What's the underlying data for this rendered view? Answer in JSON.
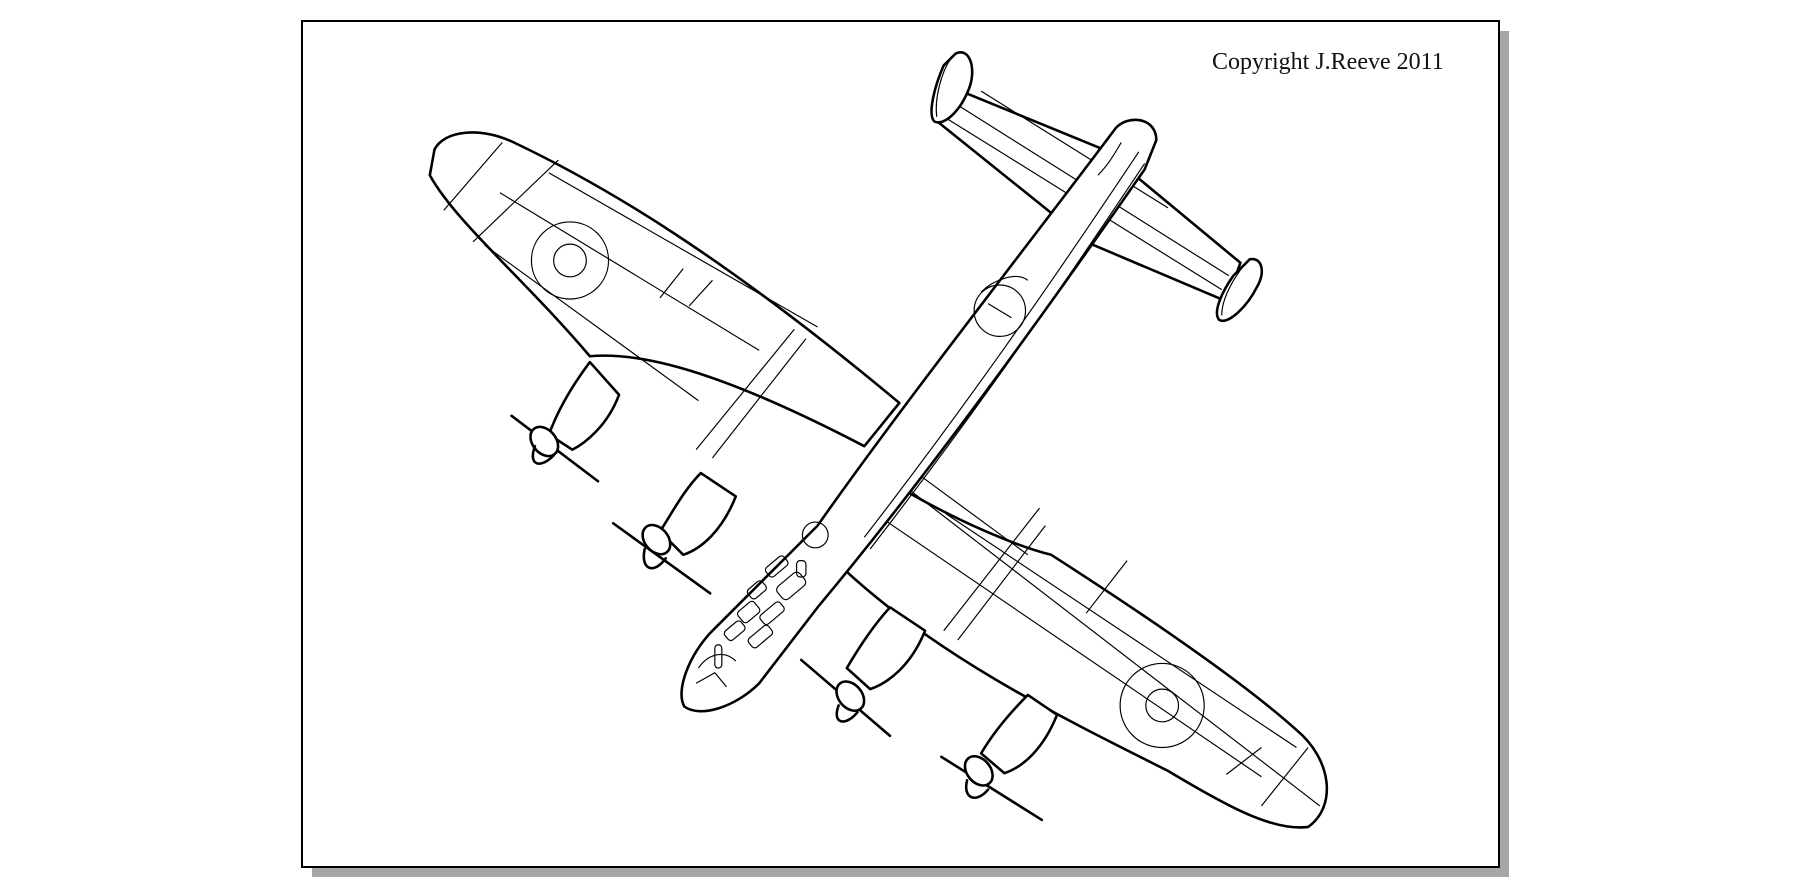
{
  "figure": {
    "type": "line-art drawing",
    "subject": "four-engine bomber aircraft, top view (angled)",
    "copyright_text": "Copyright J.Reeve 2011"
  },
  "colors": {
    "background": "#ffffff",
    "line": "#000000",
    "shadow": "#a6a6a6"
  },
  "parts": {
    "engines": 4,
    "propellers": 4,
    "roundels": 2,
    "tail_fins": 2
  }
}
